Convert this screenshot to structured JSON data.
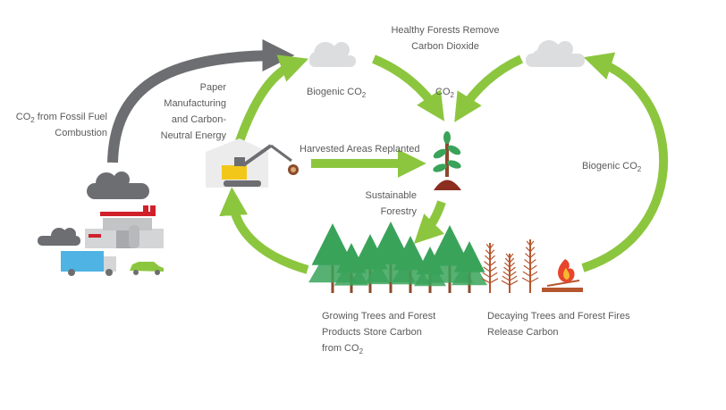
{
  "labels": {
    "fossil_co2_prefix": "CO",
    "fossil_co2_sub": "2",
    "fossil_line1_rest": " from Fossil Fuel",
    "fossil_line2": "Combustion",
    "paper_line1": "Paper",
    "paper_line2": "Manufacturing",
    "paper_line3": "and Carbon-",
    "paper_line4": "Neutral Energy",
    "biogenic_left_prefix": "Biogenic CO",
    "biogenic_left_sub": "2",
    "co2_center_prefix": "CO",
    "co2_center_sub": "2",
    "healthy_line1": "Healthy Forests Remove",
    "healthy_line2": "Carbon Dioxide",
    "harvested": "Harvested Areas Replanted",
    "sustainable_line1": "Sustainable",
    "sustainable_line2": "Forestry",
    "biogenic_right_prefix": "Biogenic CO",
    "biogenic_right_sub": "2",
    "growing_line1": "Growing Trees and Forest",
    "growing_line2": "Products Store Carbon",
    "growing_line3_prefix": "from CO",
    "growing_line3_sub": "2",
    "decaying_line1": "Decaying Trees and Forest Fires",
    "decaying_line2": "Release Carbon"
  },
  "colors": {
    "green_arrow": "#8cc63f",
    "gray_arrow": "#6d6e71",
    "cloud": "#dcdddf",
    "smoke": "#6d6e71",
    "tree_green": "#3aa35a",
    "tree_trunk": "#8b4a2b",
    "dead_tree": "#b5562f",
    "text": "#5a5a5a",
    "factory_red": "#d0212b",
    "truck_blue": "#4fb3e4",
    "loader_yellow": "#f2c71a"
  }
}
